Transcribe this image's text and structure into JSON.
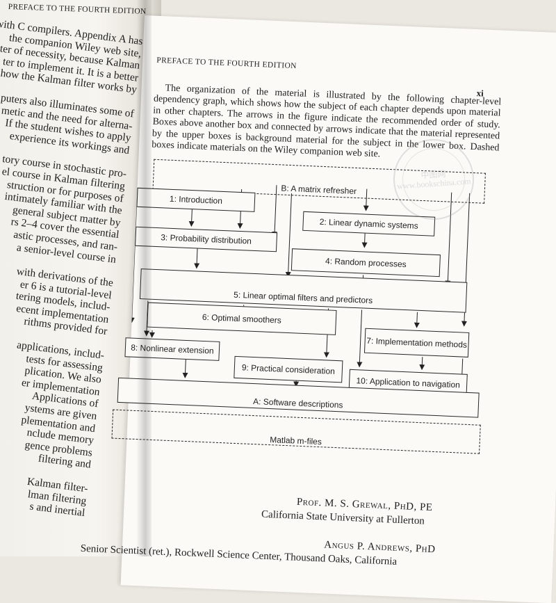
{
  "left_page": {
    "header": "PREFACE TO THE FOURTH EDITION",
    "lines": [
      "with C compilers. Appendix A has",
      "the companion Wiley web site,",
      "ater of necessity, because Kalman",
      "ter to implement it. It is a better",
      "how the Kalman filter works by",
      "",
      "puters also illuminates some of",
      "metic and the need for alterna-",
      "If the student wishes to apply",
      "experience its workings and",
      "",
      "tory course in stochastic pro-",
      "el course in Kalman filtering",
      "struction or for purposes of",
      "intimately familiar with the",
      "general subject matter by",
      "rs 2–4 cover the essential",
      "astic processes, and ran-",
      "a senior-level course in",
      "",
      "with derivations of the",
      "er 6 is a tutorial-level",
      "tering models, includ-",
      "ecent implementation",
      "rithms provided for",
      "",
      "applications, includ-",
      "tests for assessing",
      "plication. We also",
      "er implementation",
      "Applications of",
      "ystems are given",
      "plementation and",
      "nclude memory",
      "gence problems",
      "filtering and",
      "",
      "Kalman filter-",
      "lman filtering",
      "s and inertial"
    ]
  },
  "right_page": {
    "running_head": "PREFACE TO THE FOURTH EDITION",
    "page_number": "xi",
    "paragraph": "The organization of the material is illustrated by the following chapter-level dependency graph, which shows how the subject of each chapter depends upon material in other chapters. The arrows in the figure indicate the recommended order of study. Boxes above another box and connected by arrows indicate that the material represented by the upper boxes is background material for the subject in the lower box. Dashed boxes indicate materials on the Wiley companion web site."
  },
  "diagram": {
    "matrix_refresher": "B: A matrix refresher",
    "introduction": "1: Introduction",
    "linear_dynamic": "2: Linear dynamic systems",
    "probability": "3: Probability distribution",
    "random_processes": "4: Random processes",
    "linear_optimal": "5: Linear optimal filters and predictors",
    "optimal_smoothers": "6: Optimal smoothers",
    "implementation": "7: Implementation methods",
    "nonlinear": "8: Nonlinear extension",
    "practical": "9: Practical consideration",
    "navigation": "10: Application to navigation",
    "software": "A: Software descriptions",
    "matlab": "Matlab m-files"
  },
  "signatures": {
    "author1_name": "Prof. M. S. Grewal, PhD, PE",
    "author1_affiliation": "California State University at Fullerton",
    "author2_name": "Angus P. Andrews, PhD",
    "author2_affiliation": "Senior Scientist (ret.), Rockwell Science Center, Thousand Oaks, California"
  },
  "watermark": {
    "text": "中图网 www.bookschina.com"
  }
}
